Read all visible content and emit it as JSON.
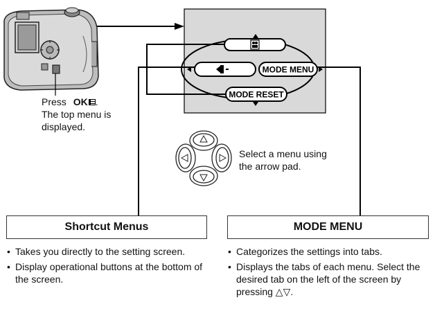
{
  "press_instruction": {
    "line1_prefix": "Press",
    "button": "OK",
    "line1_suffix": ".",
    "line2": "The top menu is",
    "line3": "displayed."
  },
  "arrow_pad_caption": {
    "line1": "Select a menu using",
    "line2": "the arrow pad."
  },
  "screen_menu": {
    "left_button_icon": "flash-icon",
    "top_button_icon": "movie-mode-icon",
    "right_label": "MODE MENU",
    "bottom_label": "MODE RESET"
  },
  "shortcut_panel": {
    "title": "Shortcut Menus",
    "bullets": [
      "Takes you directly to the setting screen.",
      "Display operational buttons at the bottom of the screen."
    ]
  },
  "mode_panel": {
    "title": "MODE MENU",
    "bullets": [
      "Categorizes the settings into tabs.",
      "Displays the tabs of each menu. Select the desired tab on the left of the screen by pressing △▽."
    ]
  },
  "colors": {
    "screen_fill": "#d9d9d9",
    "line": "#000000",
    "camera_body": "#c8c8c8"
  }
}
